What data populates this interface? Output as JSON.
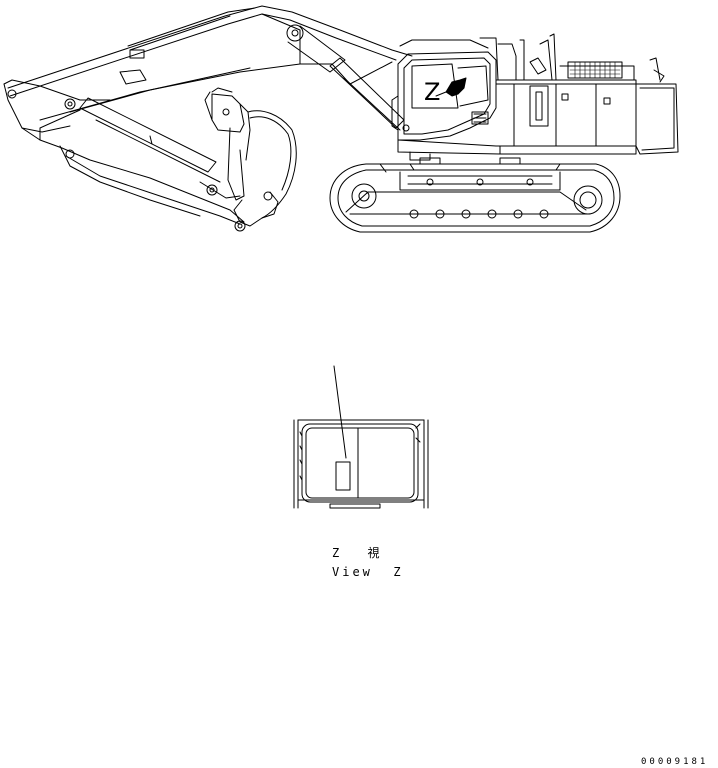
{
  "callout": {
    "letter": "Z"
  },
  "view_caption": {
    "jp": "Z　 視",
    "en": "View  Z"
  },
  "drawing_number": "00009181"
}
